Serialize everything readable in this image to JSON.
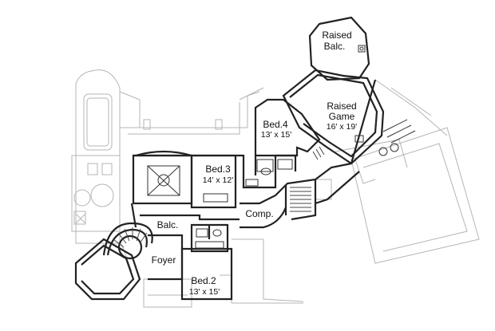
{
  "rooms": {
    "raised_balc": {
      "line1": "Raised",
      "line2": "Balc."
    },
    "raised_game": {
      "line1": "Raised",
      "line2": "Game",
      "dims": "16' x 19'"
    },
    "bed4": {
      "name": "Bed.4",
      "dims": "13' x 15'"
    },
    "bed3": {
      "name": "Bed.3",
      "dims": "14' x 12'"
    },
    "comp": {
      "name": "Comp."
    },
    "balc": {
      "name": "Balc."
    },
    "foyer": {
      "name": "Foyer"
    },
    "bed2": {
      "name": "Bed.2",
      "dims": "13' x 15'"
    }
  }
}
